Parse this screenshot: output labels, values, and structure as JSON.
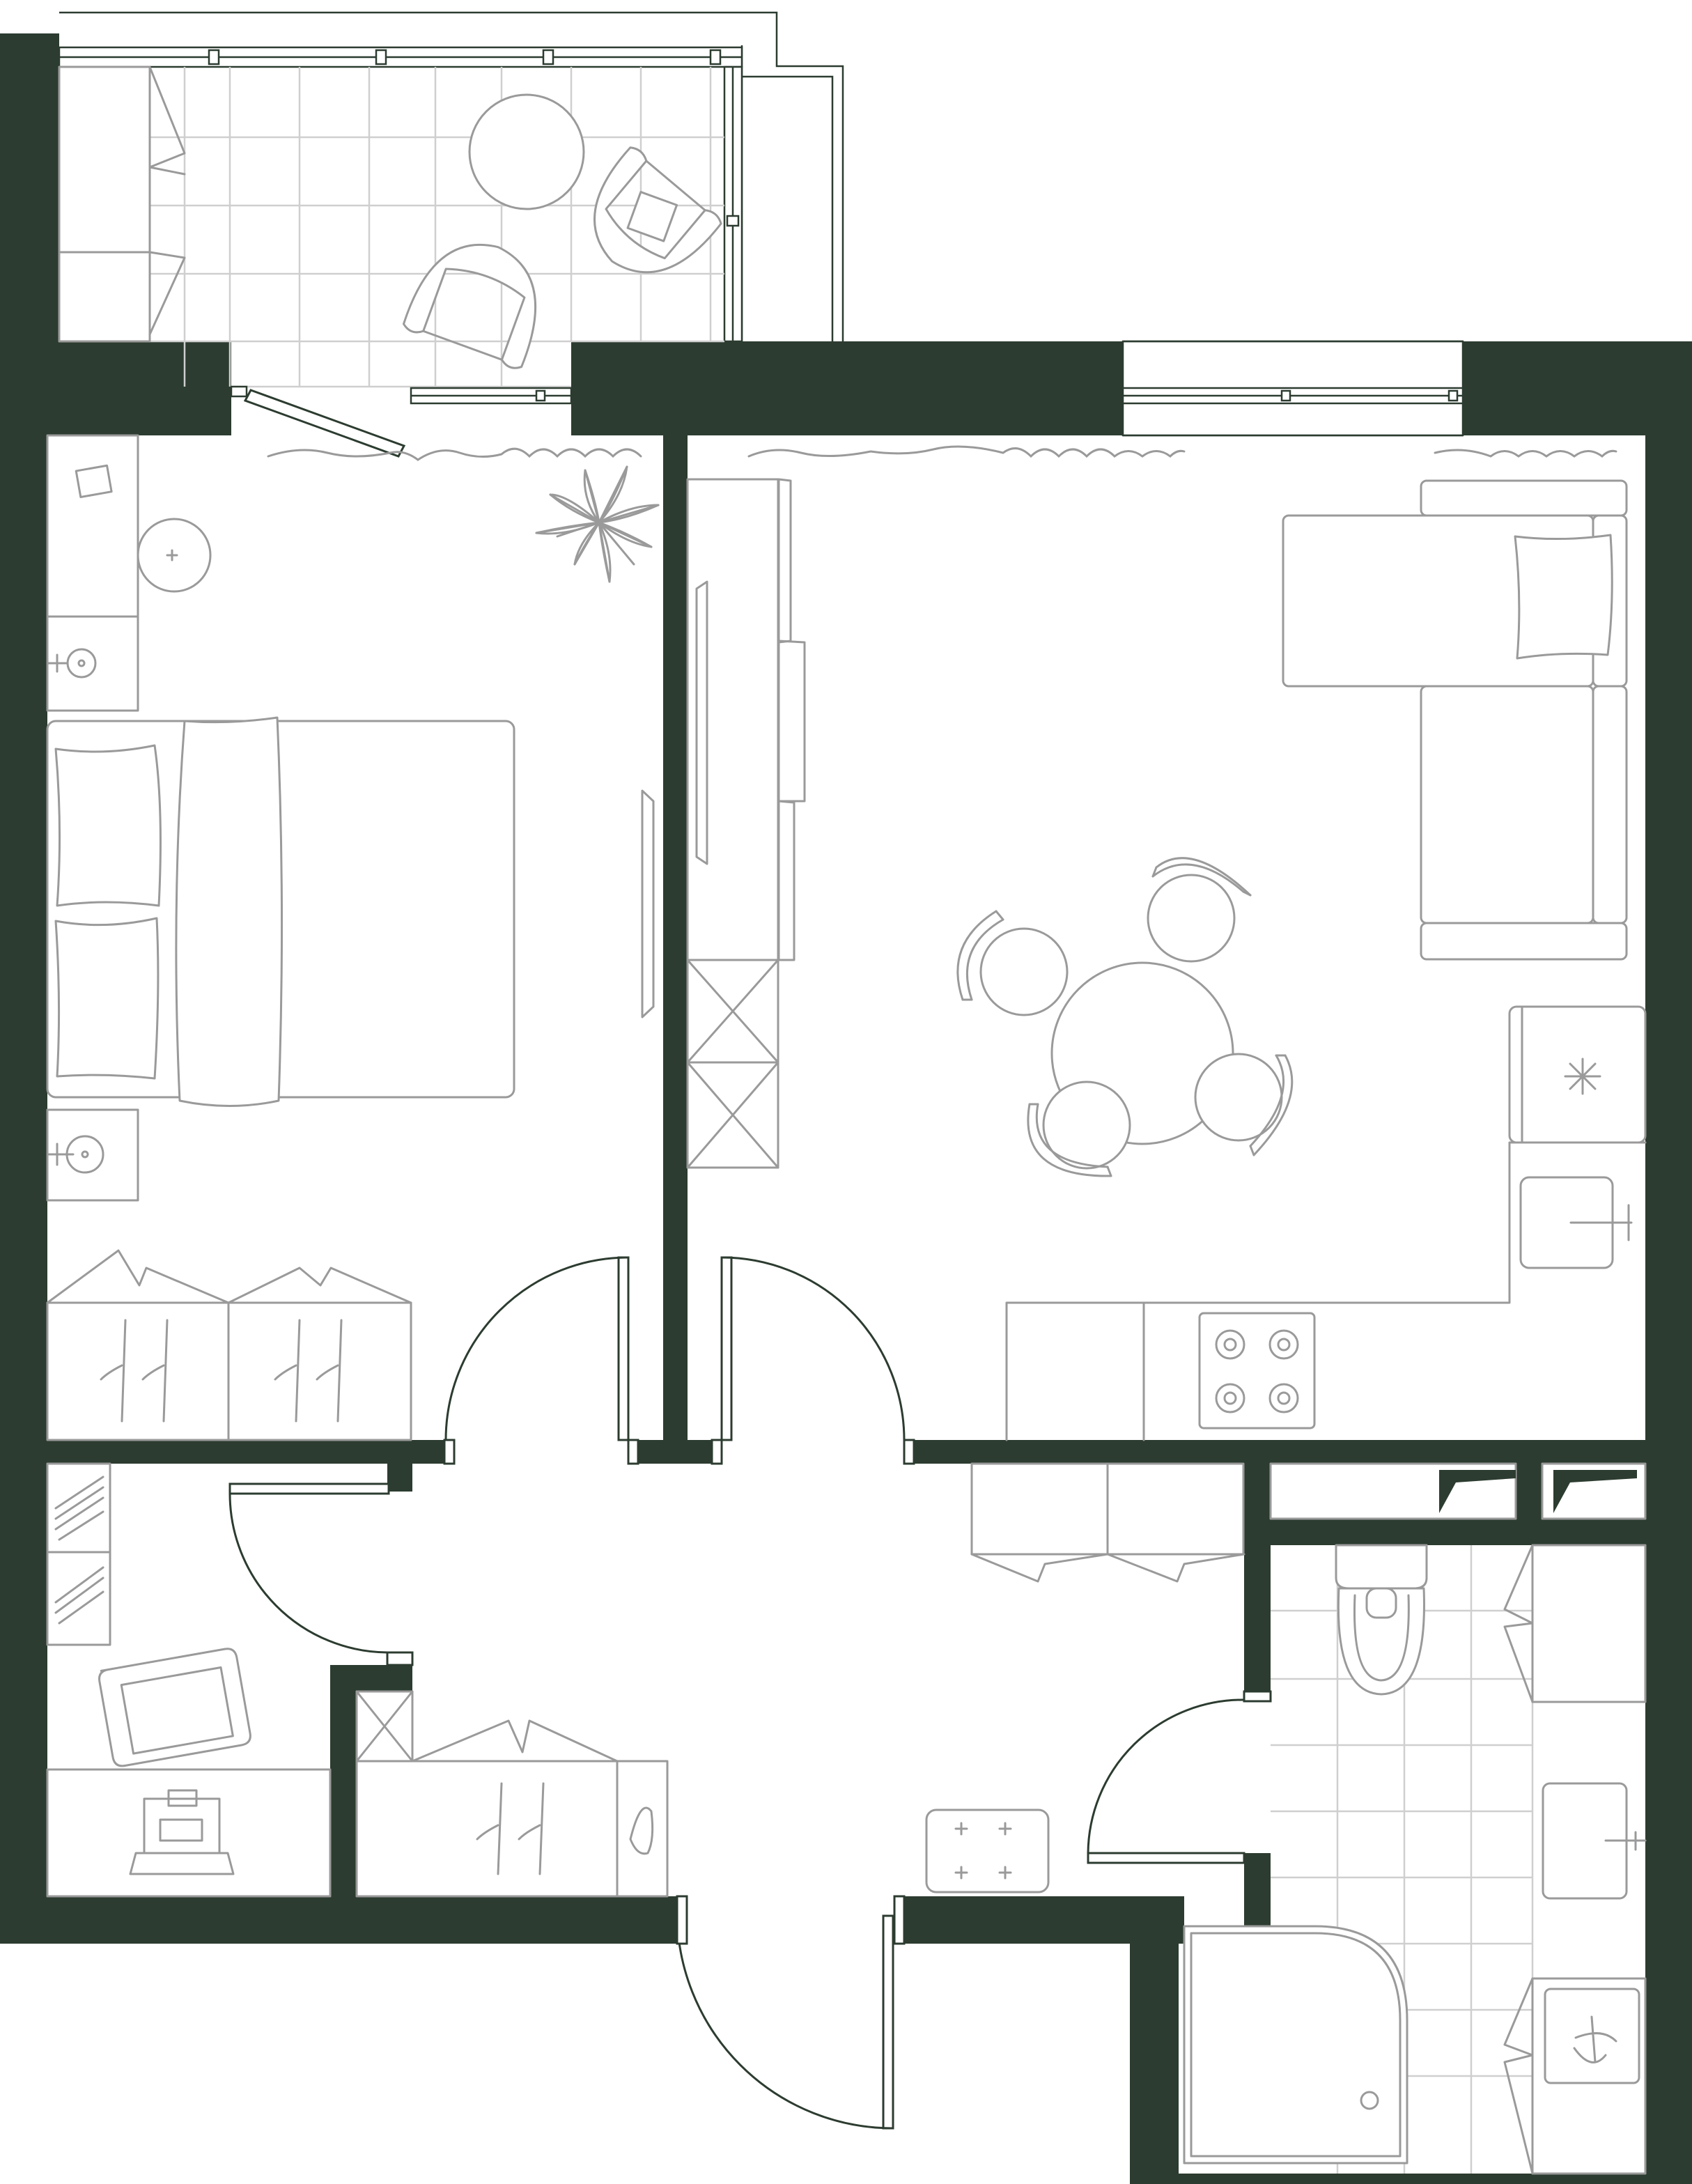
{
  "plan": {
    "type": "apartment floor plan",
    "text_labels": [],
    "colors": {
      "walls": "#2c3c30",
      "furniture_lines": "#9a9a9a",
      "tile_grid": "#cfcfcf",
      "background": "#ffffff"
    },
    "rooms": [
      {
        "id": "loggia",
        "items": [
          "round-table",
          "armchair",
          "armchair",
          "cabinet"
        ]
      },
      {
        "id": "bedroom",
        "items": [
          "double-bed",
          "nightstand",
          "nightstand",
          "desk",
          "wardrobe",
          "wardrobe",
          "plant",
          "curtain"
        ]
      },
      {
        "id": "living-kitchen",
        "items": [
          "corner-sofa",
          "dining-table",
          "chair",
          "chair",
          "chair",
          "chair",
          "kitchen-counter",
          "cooktop",
          "sink",
          "fridge",
          "wall-cabinets",
          "curtain"
        ]
      },
      {
        "id": "study",
        "items": [
          "armchair",
          "laptop-desk",
          "shelves"
        ]
      },
      {
        "id": "hallway",
        "items": [
          "wardrobe",
          "shoe-rack",
          "ottoman",
          "closets"
        ]
      },
      {
        "id": "bathroom",
        "items": [
          "toilet",
          "washbasin",
          "shower-cabin",
          "washing-machine"
        ]
      }
    ]
  }
}
